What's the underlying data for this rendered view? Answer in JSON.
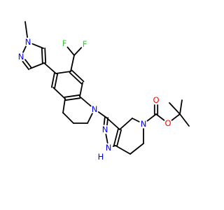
{
  "molecule": {
    "atoms": [
      {
        "id": "CMe",
        "label": ""
      },
      {
        "id": "N1pz",
        "label": "N",
        "color": "#0000ff"
      },
      {
        "id": "N2pz",
        "label": "N",
        "color": "#0000ff"
      },
      {
        "id": "C3pz",
        "label": ""
      },
      {
        "id": "C4pz",
        "label": ""
      },
      {
        "id": "C5pz",
        "label": ""
      },
      {
        "id": "a1",
        "label": ""
      },
      {
        "id": "a2",
        "label": ""
      },
      {
        "id": "a3",
        "label": ""
      },
      {
        "id": "a4",
        "label": ""
      },
      {
        "id": "a5",
        "label": ""
      },
      {
        "id": "a6",
        "label": ""
      },
      {
        "id": "CH2",
        "label": ""
      },
      {
        "id": "CH3",
        "label": ""
      },
      {
        "id": "CH4",
        "label": ""
      },
      {
        "id": "Nq",
        "label": "N",
        "color": "#0000ff"
      },
      {
        "id": "CF",
        "label": ""
      },
      {
        "id": "F1",
        "label": "F",
        "color": "#33cc33"
      },
      {
        "id": "F2",
        "label": "F",
        "color": "#33cc33"
      },
      {
        "id": "p3",
        "label": ""
      },
      {
        "id": "N2p",
        "label": "N",
        "color": "#0000ff"
      },
      {
        "id": "N1p",
        "label": "N",
        "color": "#0000ff"
      },
      {
        "id": "H1p",
        "label": "H",
        "color": "#0000ff"
      },
      {
        "id": "c7a",
        "label": ""
      },
      {
        "id": "c3a",
        "label": ""
      },
      {
        "id": "c4",
        "label": ""
      },
      {
        "id": "N5",
        "label": "N",
        "color": "#0000ff"
      },
      {
        "id": "c6",
        "label": ""
      },
      {
        "id": "c7",
        "label": ""
      },
      {
        "id": "Ccb",
        "label": ""
      },
      {
        "id": "Ocb",
        "label": "O",
        "color": "#ff0000"
      },
      {
        "id": "Oes",
        "label": "O",
        "color": "#ff0000"
      },
      {
        "id": "Cq",
        "label": ""
      },
      {
        "id": "Me1",
        "label": ""
      },
      {
        "id": "Me2",
        "label": ""
      },
      {
        "id": "Me3",
        "label": ""
      }
    ],
    "bonds": [
      {
        "a": "CMe",
        "b": "N1pz",
        "order": 1
      },
      {
        "a": "N1pz",
        "b": "N2pz",
        "order": 1
      },
      {
        "a": "N2pz",
        "b": "C3pz",
        "order": 2
      },
      {
        "a": "C3pz",
        "b": "C4pz",
        "order": 1
      },
      {
        "a": "C4pz",
        "b": "C5pz",
        "order": 2
      },
      {
        "a": "C5pz",
        "b": "N1pz",
        "order": 1
      },
      {
        "a": "C4pz",
        "b": "a1",
        "order": 1
      },
      {
        "a": "a1",
        "b": "a2",
        "order": 2
      },
      {
        "a": "a2",
        "b": "a3",
        "order": 1
      },
      {
        "a": "a3",
        "b": "a4",
        "order": 2
      },
      {
        "a": "a4",
        "b": "a5",
        "order": 1
      },
      {
        "a": "a5",
        "b": "a6",
        "order": 2
      },
      {
        "a": "a6",
        "b": "a1",
        "order": 1
      },
      {
        "a": "a3",
        "b": "CH2",
        "order": 1
      },
      {
        "a": "CH2",
        "b": "CH3",
        "order": 1
      },
      {
        "a": "CH3",
        "b": "CH4",
        "order": 1
      },
      {
        "a": "CH4",
        "b": "Nq",
        "order": 1
      },
      {
        "a": "Nq",
        "b": "a4",
        "order": 1
      },
      {
        "a": "a6",
        "b": "CF",
        "order": 1
      },
      {
        "a": "CF",
        "b": "F1",
        "order": 1
      },
      {
        "a": "CF",
        "b": "F2",
        "order": 1
      },
      {
        "a": "Nq",
        "b": "p3",
        "order": 1
      },
      {
        "a": "p3",
        "b": "N2p",
        "order": 2
      },
      {
        "a": "N2p",
        "b": "N1p",
        "order": 1
      },
      {
        "a": "N1p",
        "b": "c7a",
        "order": 1
      },
      {
        "a": "c7a",
        "b": "c3a",
        "order": 2
      },
      {
        "a": "c3a",
        "b": "p3",
        "order": 1
      },
      {
        "a": "c3a",
        "b": "c4",
        "order": 1
      },
      {
        "a": "c4",
        "b": "N5",
        "order": 1
      },
      {
        "a": "N5",
        "b": "c6",
        "order": 1
      },
      {
        "a": "c6",
        "b": "c7",
        "order": 1
      },
      {
        "a": "c7",
        "b": "c7a",
        "order": 1
      },
      {
        "a": "N5",
        "b": "Ccb",
        "order": 1
      },
      {
        "a": "Ccb",
        "b": "Ocb",
        "order": 2
      },
      {
        "a": "Ccb",
        "b": "Oes",
        "order": 1
      },
      {
        "a": "Oes",
        "b": "Cq",
        "order": 1
      },
      {
        "a": "Cq",
        "b": "Me1",
        "order": 1
      },
      {
        "a": "Cq",
        "b": "Me2",
        "order": 1
      },
      {
        "a": "Cq",
        "b": "Me3",
        "order": 1
      }
    ]
  }
}
